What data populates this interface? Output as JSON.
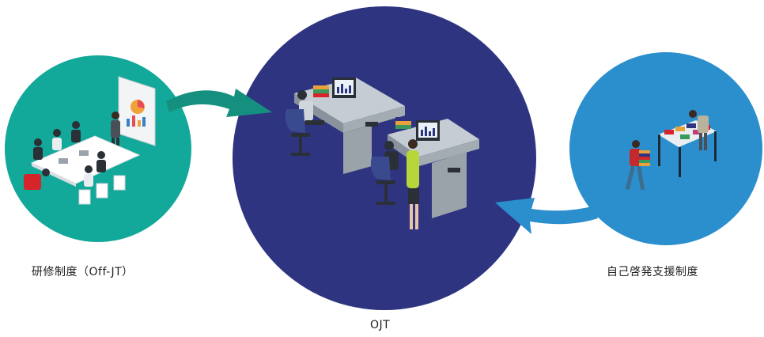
{
  "labels": {
    "offjt": "研修制度（Off-JT）",
    "ojt": "OJT",
    "self_dev": "自己啓発支援制度"
  },
  "colors": {
    "ojt_circle": "#2e3480",
    "offjt_circle": "#12a89a",
    "selfdev_circle": "#2b8ecd",
    "arrow_left": "#15907f",
    "arrow_right": "#2b8ecd"
  }
}
